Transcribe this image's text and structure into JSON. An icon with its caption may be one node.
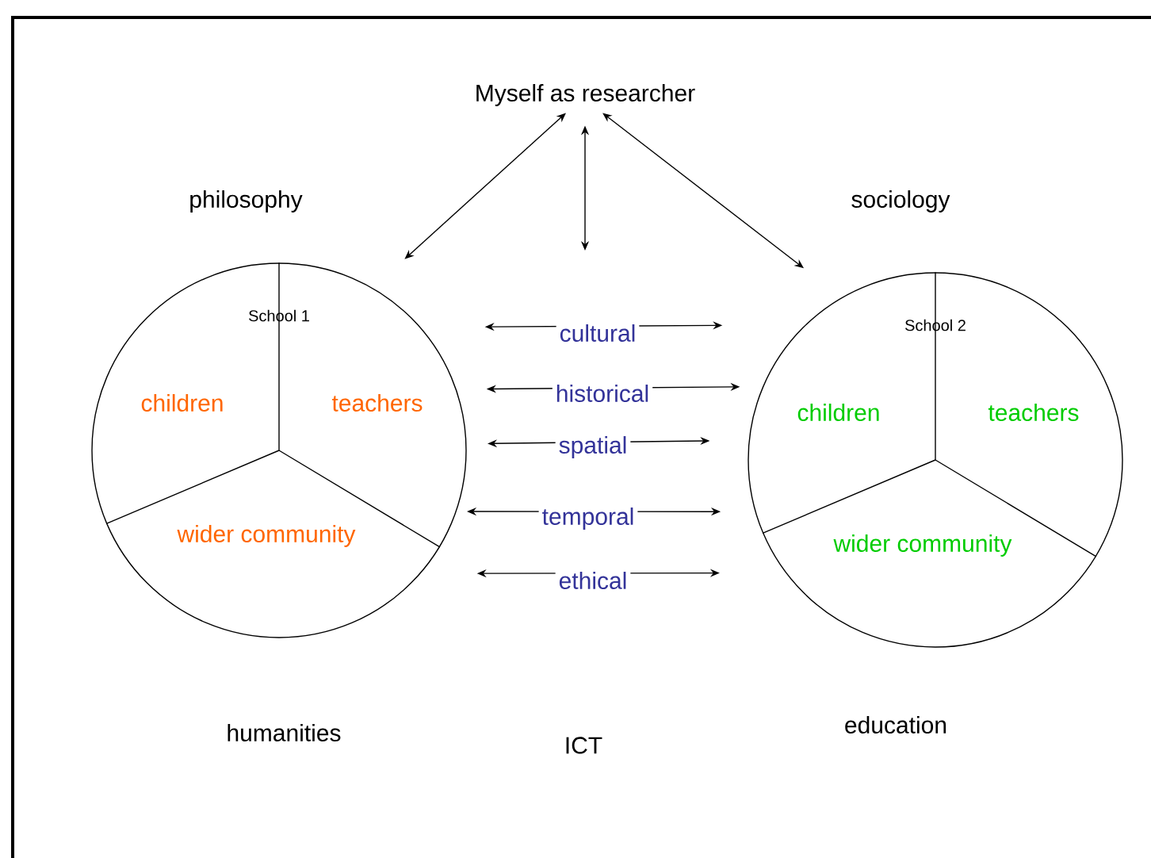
{
  "diagram": {
    "nodes": [
      {
        "text": [
          "Myself as researcher"
        ]
      },
      {
        "text": [
          "School 1",
          "children",
          "teachers",
          "wider community"
        ]
      },
      {
        "text": [
          "School 2",
          "children",
          "teachers",
          "wider community"
        ]
      }
    ],
    "edges": [
      {
        "from": 0,
        "to": 1,
        "arrow": "both"
      },
      {
        "from": 0,
        "to": null,
        "arrow": "both"
      },
      {
        "from": 0,
        "to": 2,
        "arrow": "both"
      },
      {
        "from": 1,
        "to": 2,
        "arrow": "both",
        "label": "cultural"
      },
      {
        "from": 1,
        "to": 2,
        "arrow": "both",
        "label": "historical"
      },
      {
        "from": 1,
        "to": 2,
        "arrow": "both",
        "label": "spatial"
      },
      {
        "from": 1,
        "to": 2,
        "arrow": "both",
        "label": "temporal"
      },
      {
        "from": 1,
        "to": 2,
        "arrow": "both",
        "label": "ethical"
      }
    ],
    "labels": [
      "philosophy",
      "sociology",
      "humanities",
      "ICT",
      "education"
    ]
  }
}
